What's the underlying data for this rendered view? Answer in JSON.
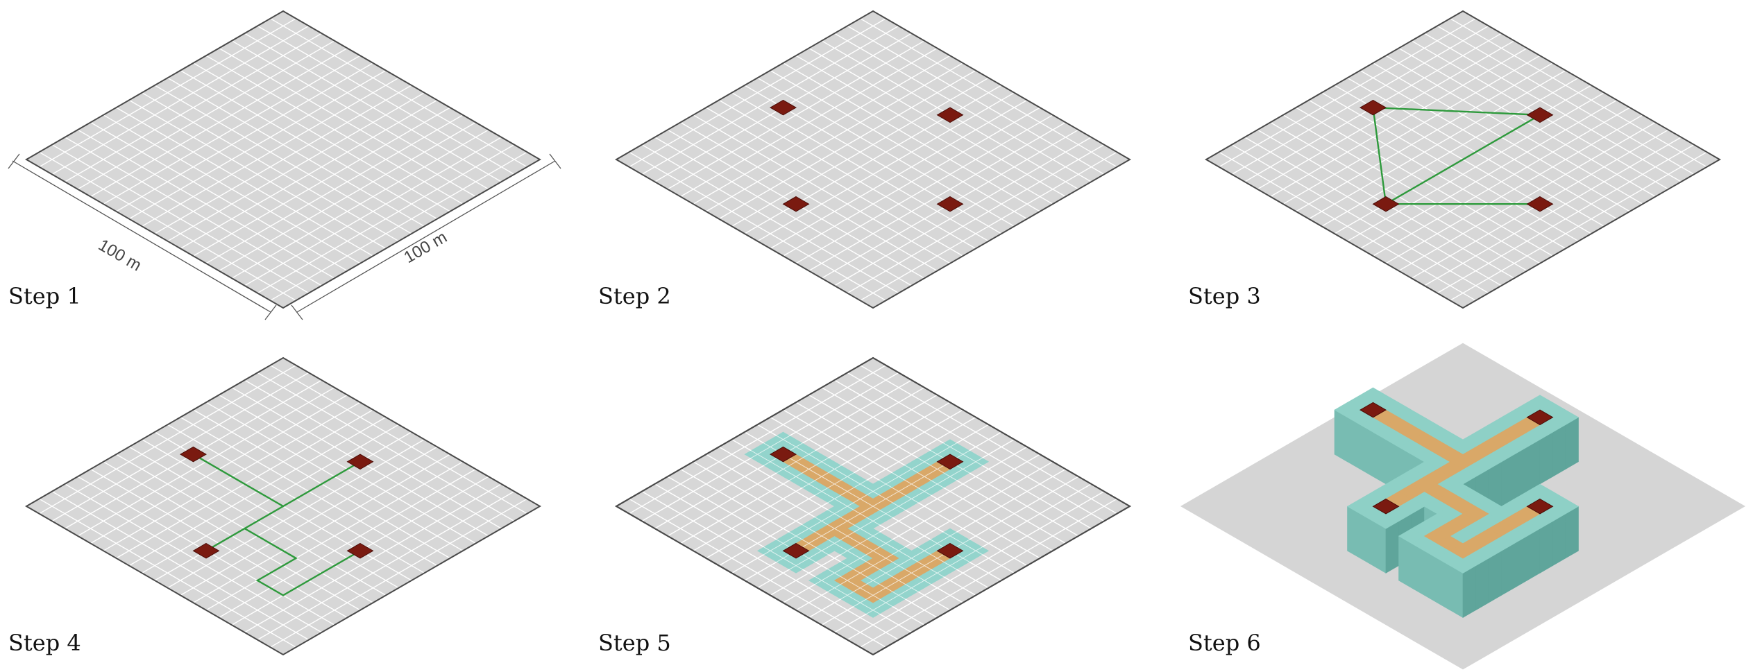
{
  "panels": [
    {
      "label": "Step 1"
    },
    {
      "label": "Step 2"
    },
    {
      "label": "Step 3"
    },
    {
      "label": "Step 4"
    },
    {
      "label": "Step 5"
    },
    {
      "label": "Step 6"
    }
  ],
  "dimensions": {
    "width_label": "100 m",
    "depth_label": "100 m"
  },
  "grid": {
    "cells": 20
  },
  "nodes": [
    [
      10,
      4
    ],
    [
      3,
      10
    ],
    [
      10,
      16
    ],
    [
      16,
      10
    ]
  ],
  "network_step3": [
    [
      0,
      1
    ],
    [
      1,
      2
    ],
    [
      0,
      2
    ],
    [
      2,
      3
    ]
  ],
  "path_step4": [
    [
      10,
      4
    ],
    [
      10,
      10
    ],
    [
      3,
      10
    ],
    [
      10,
      10
    ],
    [
      10,
      16
    ],
    [
      10,
      13
    ],
    [
      14,
      13
    ],
    [
      14,
      16
    ],
    [
      16,
      16
    ],
    [
      16,
      10
    ]
  ],
  "colors": {
    "grid_fill": "#d7d7d7",
    "grid_line": "#ffffff",
    "grid_border": "#4a4a4a",
    "node": "#7a1a10",
    "network": "#2e9a3c",
    "corridor": "#d9a868",
    "buffer": "#93d4cc",
    "building_top": "#8ed0c6",
    "building_left": "#78bcb2",
    "building_right": "#5fa59b",
    "shadow": "#c7c7c7"
  }
}
